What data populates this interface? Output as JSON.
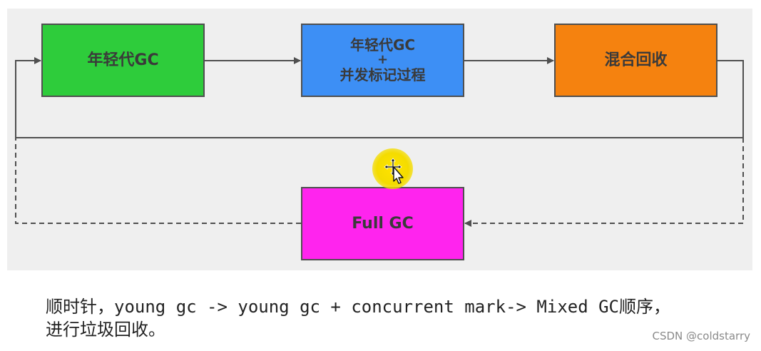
{
  "diagram": {
    "nodes": {
      "young": {
        "label": "年轻代GC",
        "color": "#2ecc3b"
      },
      "concurrent": {
        "line1": "年轻代GC",
        "line2": "+",
        "line3": "并发标记过程",
        "color": "#3d8ff5"
      },
      "mixed": {
        "label": "混合回收",
        "color": "#f5820f"
      },
      "full": {
        "label": "Full GC",
        "color": "#ff24ee"
      }
    },
    "line_color": "#4f4f4f",
    "panel_color": "#efefef",
    "cursor": {
      "icon": "move-cursor-icon",
      "highlight_color": "#ffe300"
    }
  },
  "caption": {
    "line1": "顺时针，young gc -> young gc + concurrent mark-> Mixed GC顺序，",
    "line2": "进行垃圾回收。"
  },
  "watermark": "CSDN @coldstarry"
}
